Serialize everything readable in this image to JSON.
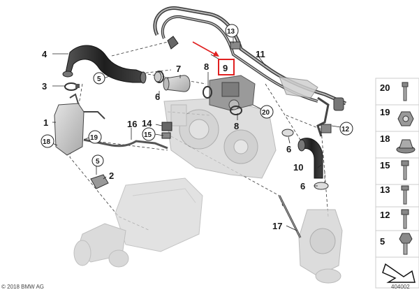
{
  "callouts": {
    "c1": "1",
    "c2": "2",
    "c3": "3",
    "c4": "4",
    "c5a": "5",
    "c5b": "5",
    "c6a": "6",
    "c6b": "6",
    "c6c": "6",
    "c7": "7",
    "c8a": "8",
    "c8b": "8",
    "c9": "9",
    "c10": "10",
    "c11": "11",
    "c12": "12",
    "c13": "13",
    "c14": "14",
    "c15": "15",
    "c16": "16",
    "c17": "17",
    "c18": "18",
    "c19": "19",
    "c20": "20"
  },
  "parts_panel": [
    {
      "number": "20",
      "icon": "bolt-icon"
    },
    {
      "number": "19",
      "icon": "nut-icon"
    },
    {
      "number": "18",
      "icon": "flange-nut-icon"
    },
    {
      "number": "15",
      "icon": "bolt-icon"
    },
    {
      "number": "13",
      "icon": "bolt-icon"
    },
    {
      "number": "12",
      "icon": "bolt-icon"
    },
    {
      "number": "5",
      "icon": "bolt-icon"
    }
  ],
  "footer": {
    "left": "© 2018 BMW AG",
    "right": "404002"
  },
  "colors": {
    "highlight": "#e02020",
    "part_gray": "#c8c8c8",
    "hose": "#2a2a2a"
  }
}
